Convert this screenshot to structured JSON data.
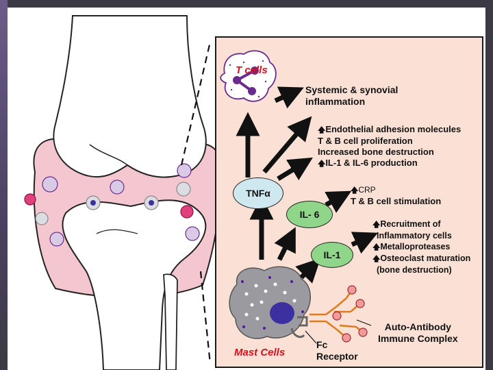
{
  "labels": {
    "t_cells": "T cells",
    "mast_cells": "Mast Cells",
    "systemic": [
      "Systemic & synovial",
      "inflammation"
    ],
    "tnf": "TNFα",
    "il6": "IL- 6",
    "il1": "IL-1",
    "tnf_effects": [
      "Endothelial adhesion molecules",
      "T & B cell proliferation",
      "Increased bone destruction",
      "IL-1 & IL-6 production"
    ],
    "il6_effects": [
      "CRP",
      "T & B cell stimulation"
    ],
    "il1_effects": [
      "Recruitment of",
      "Inflammatory cells",
      "Metalloproteases",
      "Osteoclast maturation",
      "(bone destruction)"
    ],
    "autoantibody": [
      "Auto-Antibody",
      "Immune Complex"
    ],
    "fc_receptor": [
      "Fc",
      "Receptor"
    ],
    "up_arrow": "🡅"
  },
  "colors": {
    "panel_bg": "#fbe1d5",
    "tnf_fill": "#cfe8ef",
    "il_fill": "#8fd68a",
    "red_label": "#d4121e",
    "cell_purple": "#6a2c8c",
    "mast_gray": "#9a9aa0",
    "nucleus": "#3c2fa0",
    "antibody_orange": "#e07a18"
  }
}
